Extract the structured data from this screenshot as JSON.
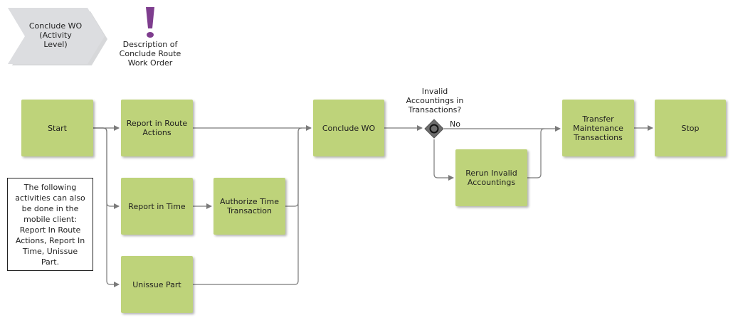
{
  "header": {
    "activity_label": "Conclude WO\n(Activity\nLevel)",
    "description_label": "Description of\nConclude Route\nWork Order"
  },
  "tasks": {
    "start": "Start",
    "report_route_actions": "Report in Route Actions",
    "report_time": "Report in Time",
    "authorize_time": "Authorize Time Transaction",
    "unissue_part": "Unissue Part",
    "conclude_wo": "Conclude WO",
    "rerun_invalid": "Rerun Invalid Accountings",
    "transfer_maintenance": "Transfer Maintenance Transactions",
    "stop": "Stop"
  },
  "gateway": {
    "question": "Invalid\nAccountings in\nTransactions?",
    "no_label": "No"
  },
  "note": {
    "text": "The following activities can also be done in the mobile client: Report In Route Actions, Report In Time, Unissue Part."
  },
  "colors": {
    "task_fill": "#bed37a",
    "header_fill": "#dcdde0",
    "description_icon": "#7e3d8e",
    "gateway_fill": "#6d6d6d",
    "connector": "#7a7a7a"
  },
  "icons": {
    "description": "exclamation-icon",
    "gateway": "exclusive-gateway-icon"
  }
}
